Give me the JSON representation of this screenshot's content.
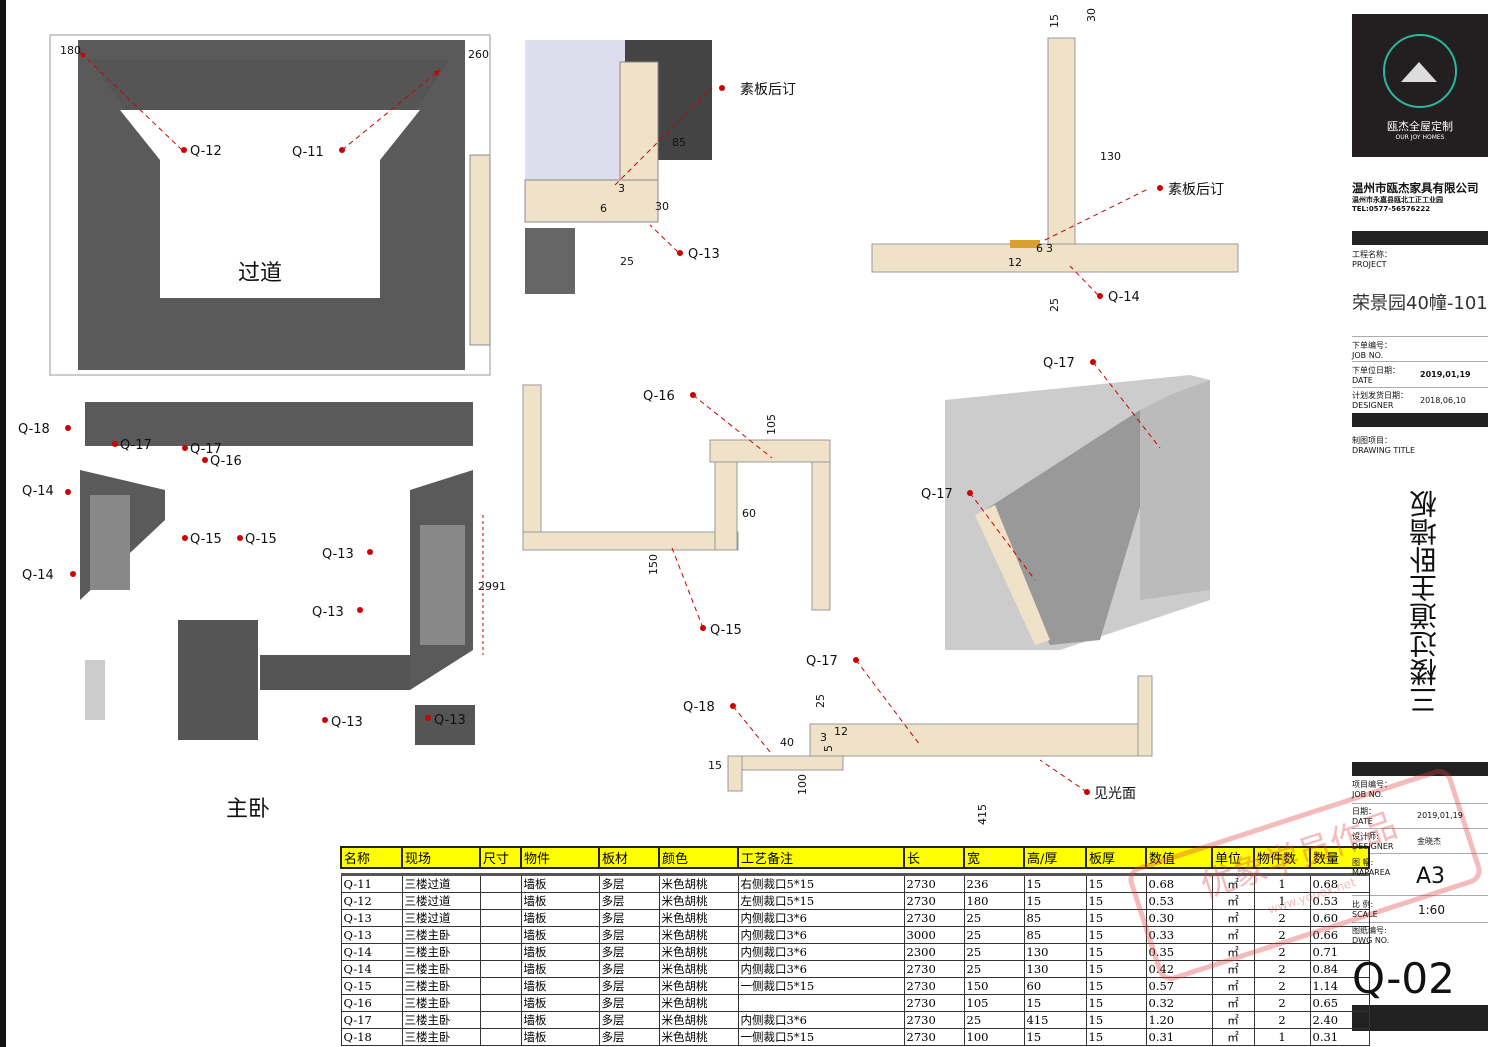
{
  "drawings": {
    "corridor": {
      "title": "过道",
      "callouts": [
        "Q-12",
        "Q-11"
      ],
      "dims": [
        "180",
        "260"
      ]
    },
    "detail_q13": {
      "note": "素板后订",
      "dims": [
        "85",
        "3",
        "6",
        "30",
        "25"
      ],
      "callout": "Q-13"
    },
    "detail_q14": {
      "note": "素板后订",
      "dims": [
        "15",
        "30",
        "130",
        "12",
        "6",
        "3",
        "25"
      ],
      "callout": "Q-14"
    },
    "bedroom": {
      "title": "主卧",
      "callouts": [
        "Q-18",
        "Q-17",
        "Q-17",
        "Q-16",
        "Q-14",
        "Q-15",
        "Q-15",
        "Q-13",
        "Q-14",
        "Q-13",
        "Q-13",
        "Q-13"
      ],
      "dims": [
        "2991"
      ]
    },
    "detail_q16": {
      "callouts": [
        "Q-16",
        "Q-15"
      ],
      "dims": [
        "105",
        "60",
        "150"
      ]
    },
    "view_q17": {
      "callouts": [
        "Q-17",
        "Q-17"
      ]
    },
    "detail_q18": {
      "callouts": [
        "Q-17",
        "Q-18"
      ],
      "note": "见光面",
      "dims": [
        "25",
        "12",
        "3",
        "5",
        "40",
        "15",
        "100",
        "415"
      ]
    }
  },
  "title_block": {
    "logo_name": "瓯杰全屋定制",
    "logo_sub": "OUR JOY HOMES",
    "company": "温州市瓯杰家具有限公司",
    "address": "温州市永嘉县瓯北工正工业园",
    "tel": "TEL:0577-56576222",
    "project_label": "工程名称：",
    "project_label_en": "PROJECT",
    "project": "荣景园40幢-101",
    "job_label": "下单编号：",
    "job_label_en": "JOB NO.",
    "order_date_label": "下单位日期：",
    "order_date_label_en": "DATE",
    "order_date": "2019,01,19",
    "ship_label": "计划发货日期：",
    "ship_label_en": "DESIGNER",
    "ship_date": "2018,06,10",
    "drawing_title_label": "制图项目：",
    "drawing_title_label_en": "DRAWING TITLE",
    "drawing_title": "三楼过道主卧墙板",
    "job2_label": "项目编号：",
    "job2_label_en": "JOB NO.",
    "date_label": "日期：",
    "date_label_en": "DATE",
    "date": "2019,01,19",
    "designer_label": "设计师:",
    "designer_label_en": "DESIGNER",
    "designer": "金晓杰",
    "maparea_label": "图 幅:",
    "maparea_label_en": "MAPAREA",
    "maparea": "A3",
    "scale_label": "比 例:",
    "scale_label_en": "SCALE",
    "scale": "1:60",
    "dwg_label": "图纸编号:",
    "dwg_label_en": "DWG NO.",
    "dwg_no": "Q-02"
  },
  "watermark": {
    "text": "优象学员作品",
    "url": "www.yooox.net"
  },
  "table": {
    "headers": [
      "名称",
      "现场",
      "尺寸",
      "物件",
      "板材",
      "颜色",
      "工艺备注",
      "长",
      "宽",
      "高/厚",
      "板厚",
      "数值",
      "单位",
      "物件数",
      "数量"
    ],
    "rows": [
      [
        "Q-11",
        "三楼过道",
        "",
        "墙板",
        "多层",
        "米色胡桃",
        "右侧裁口5*15",
        "2730",
        "236",
        "15",
        "15",
        "0.68",
        "㎡",
        "1",
        "0.68"
      ],
      [
        "Q-12",
        "三楼过道",
        "",
        "墙板",
        "多层",
        "米色胡桃",
        "左侧裁口5*15",
        "2730",
        "180",
        "15",
        "15",
        "0.53",
        "㎡",
        "1",
        "0.53"
      ],
      [
        "Q-13",
        "三楼过道",
        "",
        "墙板",
        "多层",
        "米色胡桃",
        "内侧裁口3*6",
        "2730",
        "25",
        "85",
        "15",
        "0.30",
        "㎡",
        "2",
        "0.60"
      ],
      [
        "Q-13",
        "三楼主卧",
        "",
        "墙板",
        "多层",
        "米色胡桃",
        "内侧裁口3*6",
        "3000",
        "25",
        "85",
        "15",
        "0.33",
        "㎡",
        "2",
        "0.66"
      ],
      [
        "Q-14",
        "三楼主卧",
        "",
        "墙板",
        "多层",
        "米色胡桃",
        "内侧裁口3*6",
        "2300",
        "25",
        "130",
        "15",
        "0.35",
        "㎡",
        "2",
        "0.71"
      ],
      [
        "Q-14",
        "三楼主卧",
        "",
        "墙板",
        "多层",
        "米色胡桃",
        "内侧裁口3*6",
        "2730",
        "25",
        "130",
        "15",
        "0.42",
        "㎡",
        "2",
        "0.84"
      ],
      [
        "Q-15",
        "三楼主卧",
        "",
        "墙板",
        "多层",
        "米色胡桃",
        "一侧裁口5*15",
        "2730",
        "150",
        "60",
        "15",
        "0.57",
        "㎡",
        "2",
        "1.14"
      ],
      [
        "Q-16",
        "三楼主卧",
        "",
        "墙板",
        "多层",
        "米色胡桃",
        "",
        "2730",
        "105",
        "15",
        "15",
        "0.32",
        "㎡",
        "2",
        "0.65"
      ],
      [
        "Q-17",
        "三楼主卧",
        "",
        "墙板",
        "多层",
        "米色胡桃",
        "内侧裁口3*6",
        "2730",
        "25",
        "415",
        "15",
        "1.20",
        "㎡",
        "2",
        "2.40"
      ],
      [
        "Q-18",
        "三楼主卧",
        "",
        "墙板",
        "多层",
        "米色胡桃",
        "一侧裁口5*15",
        "2730",
        "100",
        "15",
        "15",
        "0.31",
        "㎡",
        "1",
        "0.31"
      ]
    ]
  },
  "colors": {
    "wood": "#efe2c8",
    "wall": "#5a5a5a",
    "callout": "#c00000",
    "header": "#ffff00"
  }
}
